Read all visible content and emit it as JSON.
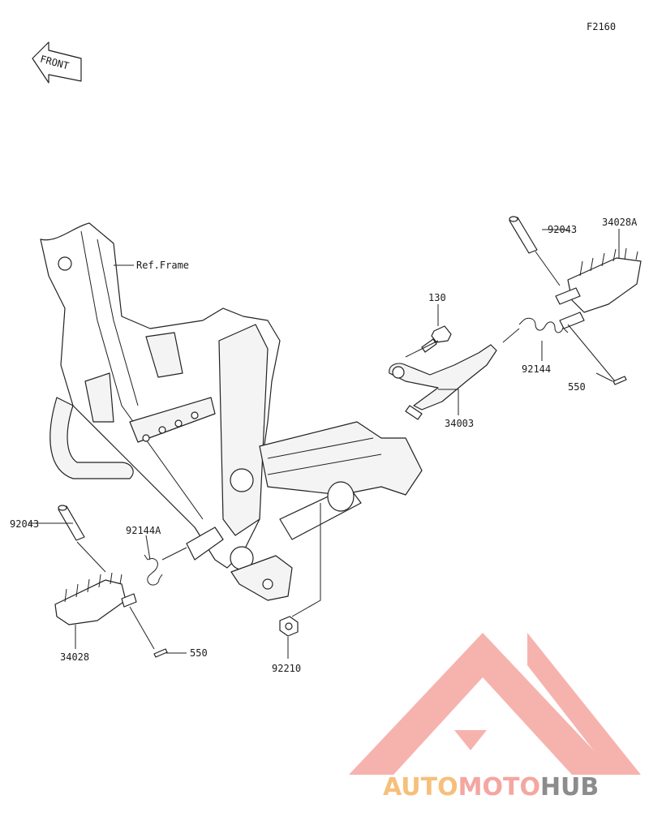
{
  "diagram": {
    "figure_code": "F2160",
    "front_label": "FRONT",
    "callouts": [
      {
        "id": "ref-frame",
        "text": "Ref.Frame"
      },
      {
        "id": "130",
        "text": "130"
      },
      {
        "id": "34003",
        "text": "34003"
      },
      {
        "id": "92043-right",
        "text": "92043"
      },
      {
        "id": "34028A",
        "text": "34028A"
      },
      {
        "id": "92144",
        "text": "92144"
      },
      {
        "id": "550-right",
        "text": "550"
      },
      {
        "id": "92043-left",
        "text": "92043"
      },
      {
        "id": "92144A",
        "text": "92144A"
      },
      {
        "id": "34028",
        "text": "34028"
      },
      {
        "id": "550-left",
        "text": "550"
      },
      {
        "id": "92210",
        "text": "92210"
      }
    ]
  },
  "watermark": {
    "part1": "AUTO",
    "part2": "MOTO",
    "part3": "HUB",
    "colors": {
      "logo": "#f5a6a0",
      "auto": "#f6c07a",
      "hub": "#8c8c8c"
    }
  }
}
